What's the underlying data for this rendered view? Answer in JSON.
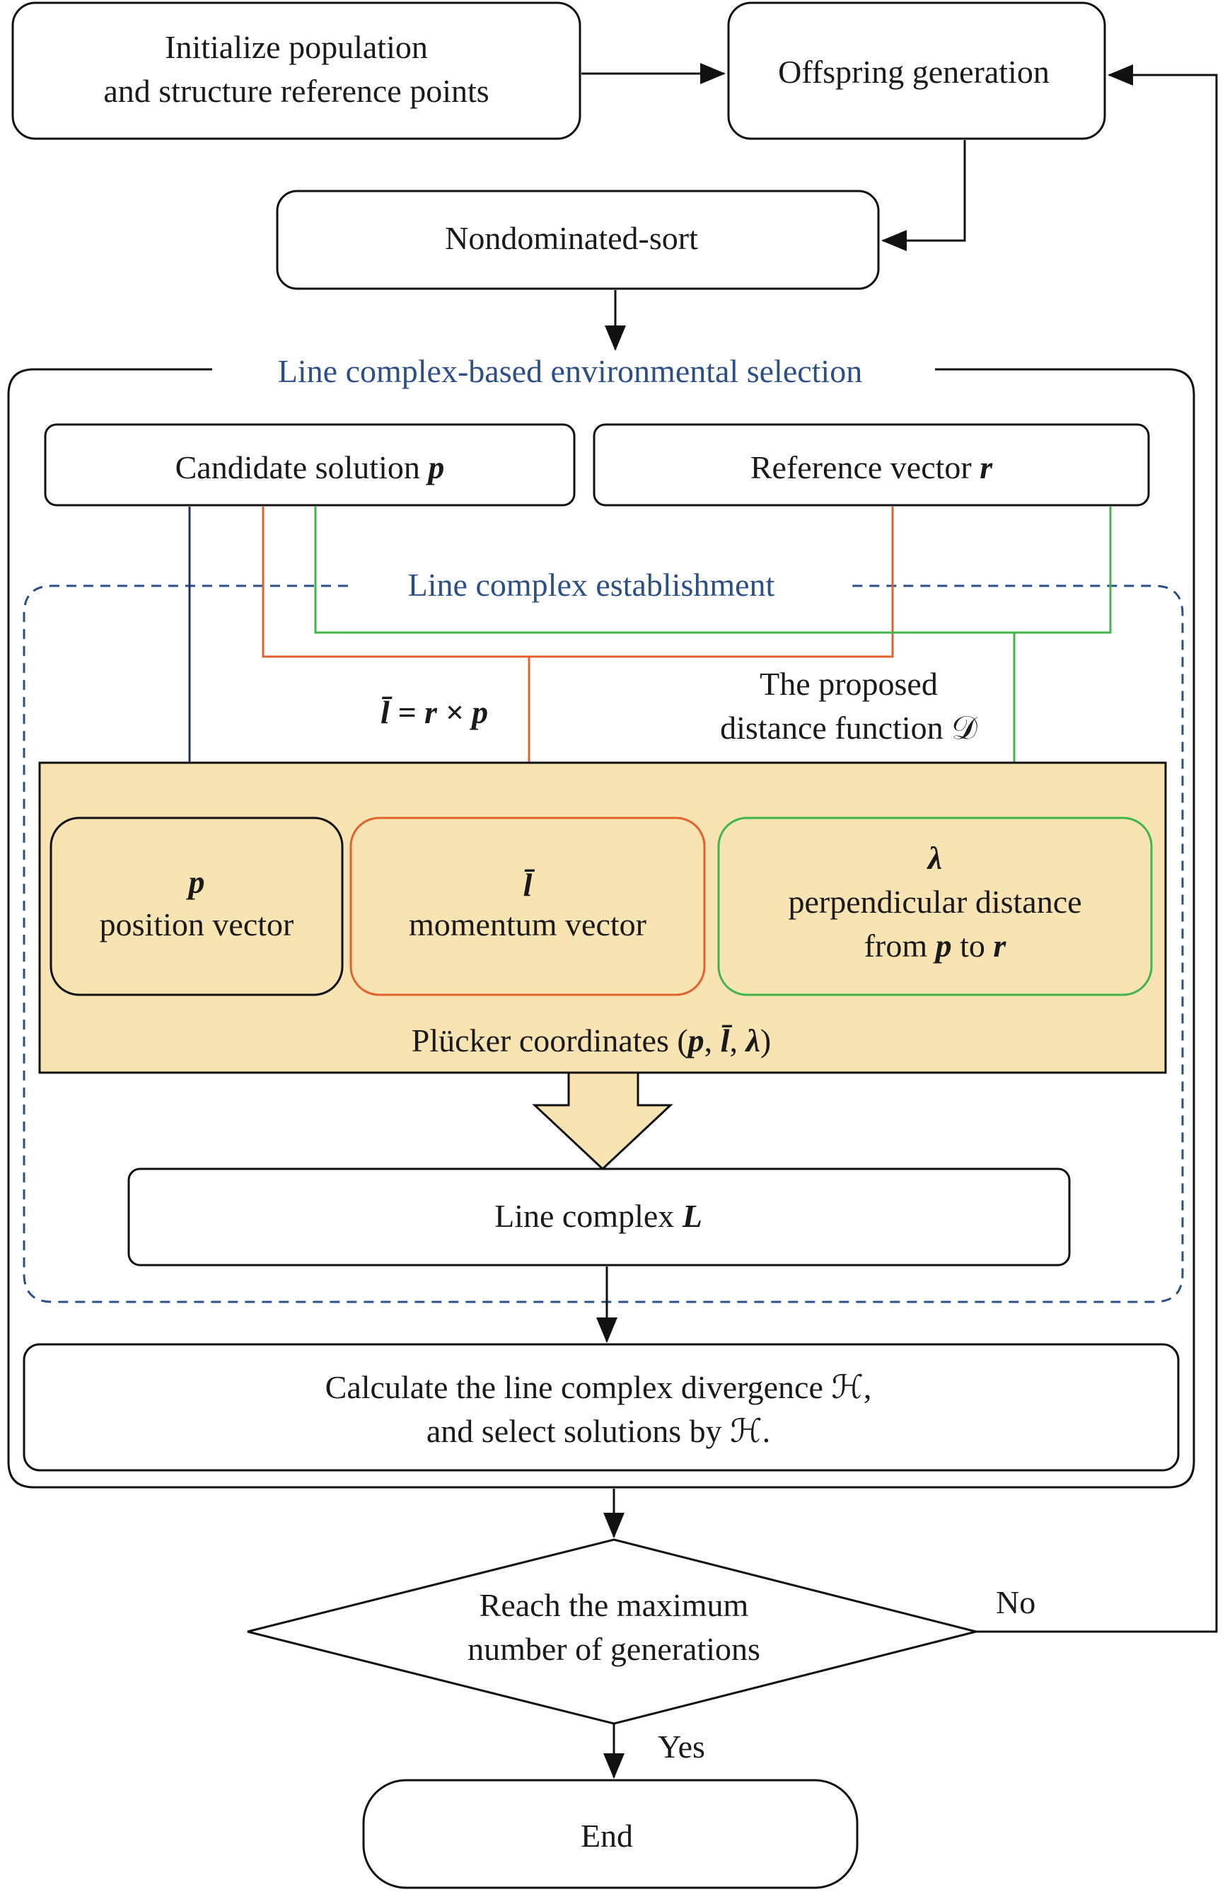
{
  "nodes": {
    "init": {
      "line1": "Initialize population",
      "line2": "and structure reference points"
    },
    "offspring": {
      "label": "Offspring generation"
    },
    "nondom": {
      "label": "Nondominated-sort"
    },
    "env_section": {
      "title": "Line complex-based environmental selection"
    },
    "candidate": {
      "text": "Candidate solution ",
      "var": "p"
    },
    "reference": {
      "text": "Reference vector ",
      "var": "r"
    },
    "est_section": {
      "title": "Line complex establishment"
    },
    "formula": {
      "text": "l̄ = r × p"
    },
    "distfunc": {
      "line1": "The proposed",
      "line2": "distance function 𝒟"
    },
    "pos": {
      "var": "p",
      "label": "position vector"
    },
    "mom": {
      "var": "l̄",
      "label": "momentum vector"
    },
    "perp": {
      "var": "λ",
      "line1": "perpendicular distance",
      "line2_pre": "from ",
      "line2_p": "p",
      "line2_mid": " to ",
      "line2_r": "r"
    },
    "plucker": {
      "pre": "Plücker coordinates (",
      "p": "p",
      "l": "l̄",
      "lam": "λ",
      "post": ")",
      "sep": ", "
    },
    "linecomplex": {
      "text": "Line complex ",
      "var": "L"
    },
    "divergence": {
      "line1": "Calculate the line complex divergence ℋ,",
      "line2": "and select solutions by ℋ."
    },
    "decision": {
      "line1": "Reach the maximum",
      "line2": "number of generations"
    },
    "end": {
      "label": "End"
    }
  },
  "edges": {
    "no": "No",
    "yes": "Yes"
  },
  "colors": {
    "navy": "#24305e",
    "orange": "#e2622d",
    "green": "#3fb54b",
    "section_blue": "#2b4f86",
    "coords_fill": "#f8e4b3"
  }
}
